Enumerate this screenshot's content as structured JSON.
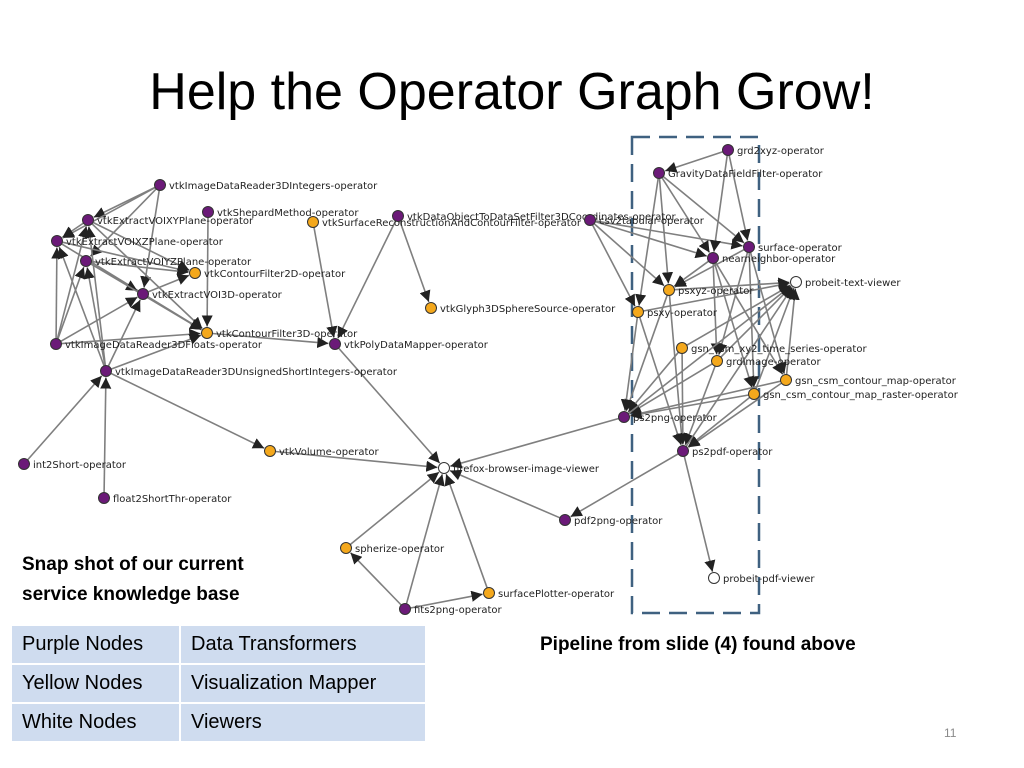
{
  "slide": {
    "title": "Help the Operator Graph Grow!",
    "caption_line1": "Snap shot of our current",
    "caption_line2": "service knowledge base",
    "pipeline_note": "Pipeline from slide (4) found above",
    "page_number": "11"
  },
  "colors": {
    "purple": "#6b1a78",
    "yellow": "#f4a81c",
    "white": "#ffffff",
    "edge": "#7f7f7f",
    "dash_box": "#3f6180",
    "legend_bg": "#cfdcef"
  },
  "legend": {
    "rows": [
      {
        "kind": "Purple Nodes",
        "meaning": "Data Transformers"
      },
      {
        "kind": "Yellow Nodes",
        "meaning": "Visualization Mapper"
      },
      {
        "kind": "White Nodes",
        "meaning": "Viewers"
      }
    ]
  },
  "graph": {
    "nodes": [
      {
        "id": "n1",
        "label": "vtkImageDataReader3DIntegers-operator",
        "type": "purple"
      },
      {
        "id": "n2",
        "label": "vtkExtractVOIXYPlane-operator",
        "type": "purple"
      },
      {
        "id": "n3",
        "label": "vtkShepardMethod-operator",
        "type": "purple"
      },
      {
        "id": "n4",
        "label": "vtkSurfaceReconstructionAndContourFilter-operator",
        "type": "yellow"
      },
      {
        "id": "n5",
        "label": "vtkDataObjectToDataSetFilter3DCoordinates-operator",
        "type": "purple"
      },
      {
        "id": "n6",
        "label": "csv2tabular-operator",
        "type": "purple"
      },
      {
        "id": "n7",
        "label": "vtkExtractVOIXZPlane-operator",
        "type": "purple"
      },
      {
        "id": "n8",
        "label": "vtkExtractVOIYZPlane-operator",
        "type": "purple"
      },
      {
        "id": "n9",
        "label": "vtkContourFilter2D-operator",
        "type": "yellow"
      },
      {
        "id": "n10",
        "label": "vtkExtractVOI3D-operator",
        "type": "purple"
      },
      {
        "id": "n11",
        "label": "vtkGlyph3DSphereSource-operator",
        "type": "yellow"
      },
      {
        "id": "n12",
        "label": "vtkContourFilter3D-operator",
        "type": "yellow"
      },
      {
        "id": "n13",
        "label": "vtkImageDataReader3DFloats-operator",
        "type": "purple"
      },
      {
        "id": "n14",
        "label": "vtkPolyDataMapper-operator",
        "type": "purple"
      },
      {
        "id": "n15",
        "label": "vtkImageDataReader3DUnsignedShortIntegers-operator",
        "type": "purple"
      },
      {
        "id": "n16",
        "label": "vtkVolume-operator",
        "type": "yellow"
      },
      {
        "id": "n17",
        "label": "int2Short-operator",
        "type": "purple"
      },
      {
        "id": "n18",
        "label": "float2ShortThr-operator",
        "type": "purple"
      },
      {
        "id": "n19",
        "label": "firefox-browser-image-viewer",
        "type": "white"
      },
      {
        "id": "n20",
        "label": "pdf2png-operator",
        "type": "purple"
      },
      {
        "id": "n21",
        "label": "spherize-operator",
        "type": "yellow"
      },
      {
        "id": "n22",
        "label": "surfacePlotter-operator",
        "type": "yellow"
      },
      {
        "id": "n23",
        "label": "fits2png-operator",
        "type": "purple"
      },
      {
        "id": "n24",
        "label": "grd2xyz-operator",
        "type": "purple"
      },
      {
        "id": "n25",
        "label": "GravityDataFieldFilter-operator",
        "type": "purple"
      },
      {
        "id": "n26",
        "label": "surface-operator",
        "type": "purple"
      },
      {
        "id": "n27",
        "label": "nearneighbor-operator",
        "type": "purple"
      },
      {
        "id": "n28",
        "label": "probeit-text-viewer",
        "type": "white"
      },
      {
        "id": "n29",
        "label": "psxyz-operator",
        "type": "yellow"
      },
      {
        "id": "n30",
        "label": "psxy-operator",
        "type": "yellow"
      },
      {
        "id": "n31",
        "label": "gsn_csm_xy2_time_series-operator",
        "type": "yellow"
      },
      {
        "id": "n32",
        "label": "grdimage-operator",
        "type": "yellow"
      },
      {
        "id": "n33",
        "label": "gsn_csm_contour_map-operator",
        "type": "yellow"
      },
      {
        "id": "n34",
        "label": "gsn_csm_contour_map_raster-operator",
        "type": "yellow"
      },
      {
        "id": "n35",
        "label": "ps2png-operator",
        "type": "purple"
      },
      {
        "id": "n36",
        "label": "ps2pdf-operator",
        "type": "purple"
      },
      {
        "id": "n37",
        "label": "probeit-pdf-viewer",
        "type": "white"
      }
    ],
    "edges": [
      [
        "n1",
        "n2"
      ],
      [
        "n1",
        "n7"
      ],
      [
        "n1",
        "n8"
      ],
      [
        "n1",
        "n10"
      ],
      [
        "n2",
        "n9"
      ],
      [
        "n2",
        "n12"
      ],
      [
        "n2",
        "n7"
      ],
      [
        "n7",
        "n12"
      ],
      [
        "n7",
        "n9"
      ],
      [
        "n8",
        "n10"
      ],
      [
        "n8",
        "n9"
      ],
      [
        "n8",
        "n12"
      ],
      [
        "n10",
        "n12"
      ],
      [
        "n10",
        "n9"
      ],
      [
        "n13",
        "n2"
      ],
      [
        "n13",
        "n7"
      ],
      [
        "n13",
        "n8"
      ],
      [
        "n13",
        "n10"
      ],
      [
        "n13",
        "n12"
      ],
      [
        "n15",
        "n2"
      ],
      [
        "n15",
        "n7"
      ],
      [
        "n15",
        "n8"
      ],
      [
        "n15",
        "n10"
      ],
      [
        "n15",
        "n12"
      ],
      [
        "n15",
        "n16"
      ],
      [
        "n17",
        "n15"
      ],
      [
        "n18",
        "n15"
      ],
      [
        "n3",
        "n12"
      ],
      [
        "n4",
        "n14"
      ],
      [
        "n5",
        "n11"
      ],
      [
        "n5",
        "n14"
      ],
      [
        "n12",
        "n14"
      ],
      [
        "n14",
        "n19"
      ],
      [
        "n16",
        "n19"
      ],
      [
        "n35",
        "n19"
      ],
      [
        "n20",
        "n19"
      ],
      [
        "n23",
        "n19"
      ],
      [
        "n21",
        "n19"
      ],
      [
        "n22",
        "n19"
      ],
      [
        "n23",
        "n21"
      ],
      [
        "n23",
        "n22"
      ],
      [
        "n36",
        "n20"
      ],
      [
        "n6",
        "n30"
      ],
      [
        "n6",
        "n29"
      ],
      [
        "n6",
        "n27"
      ],
      [
        "n6",
        "n26"
      ],
      [
        "n24",
        "n25"
      ],
      [
        "n24",
        "n26"
      ],
      [
        "n24",
        "n27"
      ],
      [
        "n25",
        "n29"
      ],
      [
        "n25",
        "n30"
      ],
      [
        "n25",
        "n26"
      ],
      [
        "n25",
        "n27"
      ],
      [
        "n26",
        "n29"
      ],
      [
        "n26",
        "n32"
      ],
      [
        "n26",
        "n33"
      ],
      [
        "n26",
        "n34"
      ],
      [
        "n27",
        "n29"
      ],
      [
        "n27",
        "n32"
      ],
      [
        "n27",
        "n33"
      ],
      [
        "n27",
        "n34"
      ],
      [
        "n29",
        "n35"
      ],
      [
        "n29",
        "n36"
      ],
      [
        "n30",
        "n35"
      ],
      [
        "n30",
        "n36"
      ],
      [
        "n31",
        "n35"
      ],
      [
        "n31",
        "n36"
      ],
      [
        "n32",
        "n35"
      ],
      [
        "n32",
        "n36"
      ],
      [
        "n33",
        "n35"
      ],
      [
        "n33",
        "n36"
      ],
      [
        "n34",
        "n35"
      ],
      [
        "n34",
        "n36"
      ],
      [
        "n31",
        "n28"
      ],
      [
        "n32",
        "n28"
      ],
      [
        "n33",
        "n28"
      ],
      [
        "n34",
        "n28"
      ],
      [
        "n35",
        "n28"
      ],
      [
        "n36",
        "n28"
      ],
      [
        "n30",
        "n28"
      ],
      [
        "n29",
        "n28"
      ],
      [
        "n36",
        "n37"
      ]
    ]
  }
}
